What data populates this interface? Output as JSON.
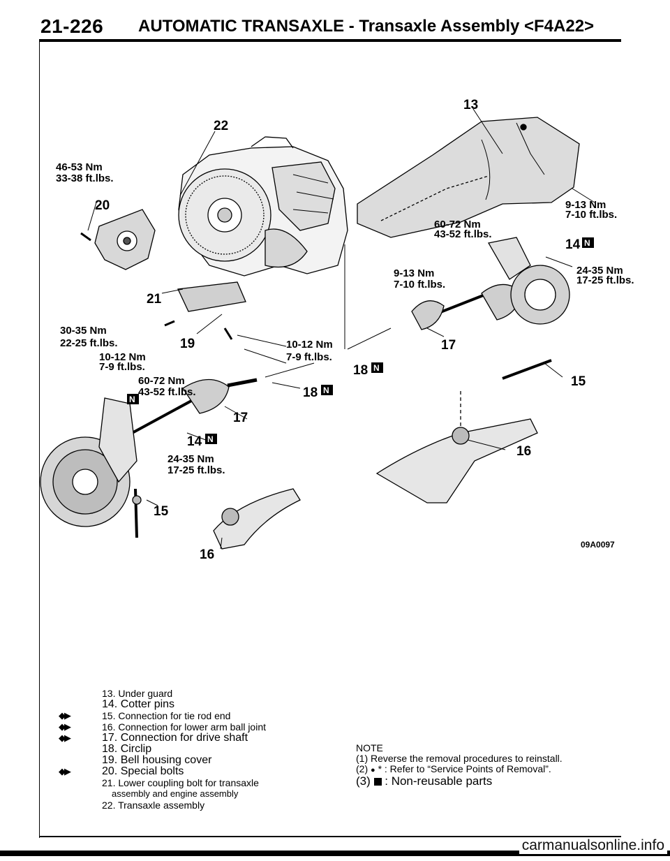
{
  "header": {
    "page_number": "21-226",
    "title": "AUTOMATIC TRANSAXLE - Transaxle Assembly <F4A22>"
  },
  "figure": {
    "code": "09A0097",
    "callouts": {
      "c22": "22",
      "c13": "13",
      "c20": "20",
      "c21": "21",
      "c19": "19",
      "c18a": "18",
      "c18b": "18",
      "c17a": "17",
      "c17b": "17",
      "c14a": "14",
      "c14b": "14",
      "c15a": "15",
      "c15b": "15",
      "c16a": "16",
      "c16b": "16",
      "n_mark": "N"
    },
    "torques": {
      "t1_nm": "46-53 Nm",
      "t1_ft": "33-38 ft.lbs.",
      "t2_nm": "30-35 Nm",
      "t2_ft": "22-25 ft.lbs.",
      "t3_nm": "10-12 Nm",
      "t3_ft": "7-9 ft.lbs.",
      "t4_nm": "10-12 Nm",
      "t4_ft": "7-9 ft.lbs.",
      "t5_nm": "60-72 Nm",
      "t5_ft": "43-52 ft.lbs.",
      "t6_nm": "24-35 Nm",
      "t6_ft": "17-25 ft.lbs.",
      "t7_nm": "60-72 Nm",
      "t7_ft": "43-52 ft.lbs.",
      "t8_nm": "9-13 Nm",
      "t8_ft": "7-10 ft.lbs.",
      "t9_nm": "9-13 Nm",
      "t9_ft": "7-10 ft.lbs.",
      "t10_nm": "24-35 Nm",
      "t10_ft": "17-25 ft.lbs."
    }
  },
  "legend": [
    {
      "text": "13. Under guard",
      "marker": ""
    },
    {
      "text": "14. Cotter pins",
      "marker": ""
    },
    {
      "text": "15. Connection for tie rod end",
      "marker": "◆▶"
    },
    {
      "text": "16. Connection for lower arm ball joint",
      "marker": "◆▶"
    },
    {
      "text": "17. Connection for drive shaft",
      "marker": "◆▶"
    },
    {
      "text": "18. Circlip",
      "marker": ""
    },
    {
      "text": "19. Bell housing cover",
      "marker": ""
    },
    {
      "text": "20. Special bolts",
      "marker": "◆▶"
    },
    {
      "text": "21. Lower coupling bolt for transaxle",
      "marker": ""
    },
    {
      "text": "assembly and engine assembly",
      "marker": ""
    },
    {
      "text": "22. Transaxle assembly",
      "marker": ""
    }
  ],
  "note": {
    "heading": "NOTE",
    "line1": "(1) Reverse the removal procedures to reinstall.",
    "line2_a": "(2)",
    "line2_b": "* : Refer to “Service Points of Removal”.",
    "line3_a": "(3)",
    "line3_b": ": Non-reusable parts"
  },
  "footer": {
    "url": "carmanualsonline.info"
  }
}
